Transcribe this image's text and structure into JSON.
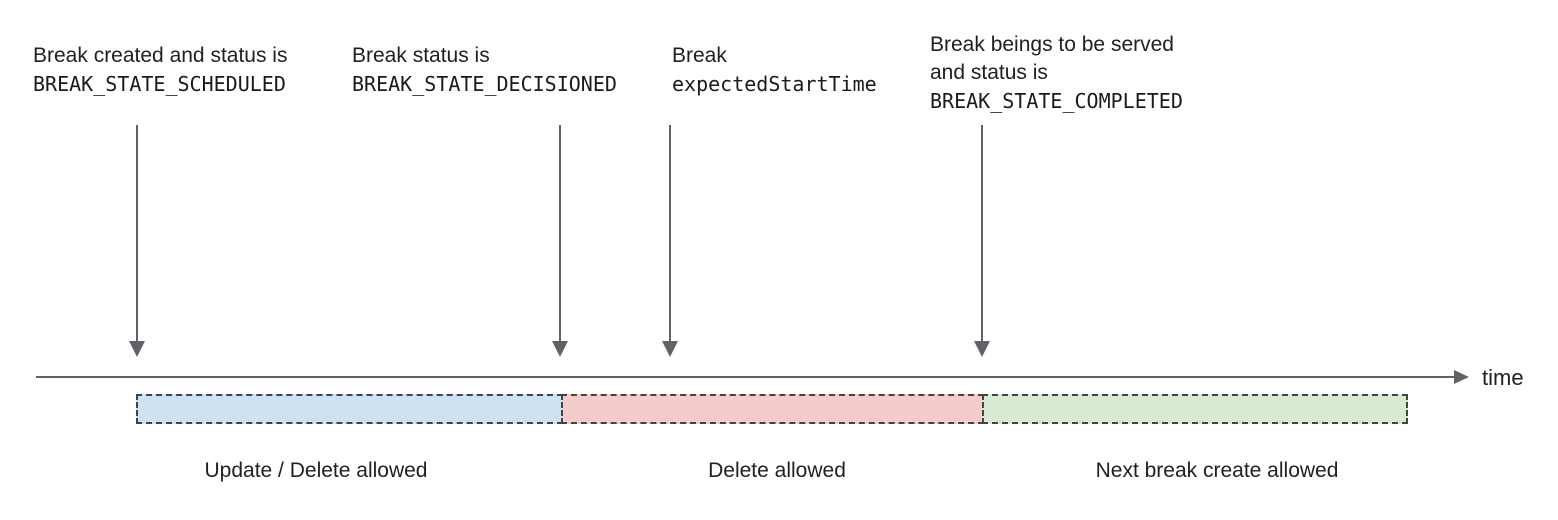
{
  "annotations": {
    "scheduled": {
      "line1": "Break created and status is",
      "line2": "BREAK_STATE_SCHEDULED"
    },
    "decisioned": {
      "line1": "Break status is",
      "line2": "BREAK_STATE_DECISIONED"
    },
    "expected_start": {
      "line1": "Break",
      "line2": "expectedStartTime"
    },
    "completed": {
      "line1": "Break beings to be served",
      "line2": "and status is",
      "line3": "BREAK_STATE_COMPLETED"
    }
  },
  "timeline": {
    "axis_label": "time"
  },
  "segments": [
    {
      "label": "Update / Delete allowed",
      "fill": "#cfe2f3"
    },
    {
      "label": "Delete allowed",
      "fill": "#f4cccc"
    },
    {
      "label": "Next break create allowed",
      "fill": "#d9ead3"
    }
  ],
  "colors": {
    "arrow": "#5f6368",
    "segment_border": "#434343",
    "text": "#202124"
  }
}
